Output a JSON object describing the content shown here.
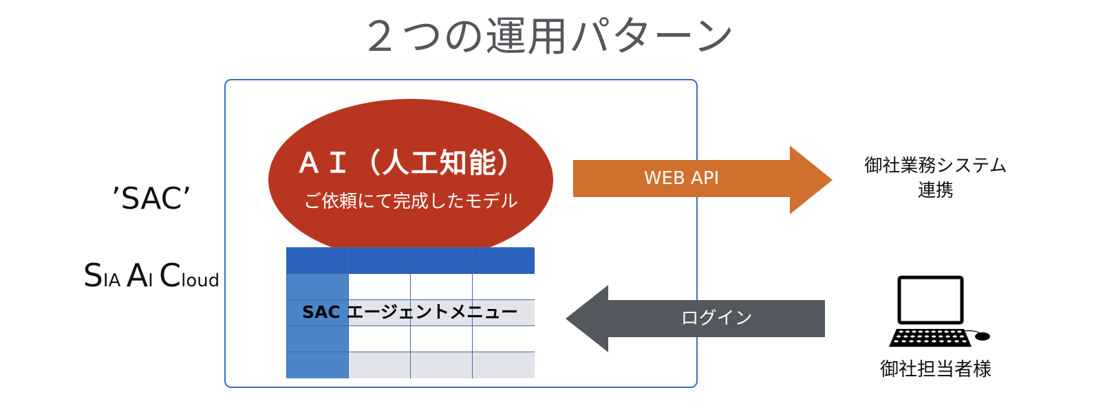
{
  "title": "２つの運用パターン",
  "branding": {
    "quoted_name": "’SAC’",
    "expansion": [
      {
        "text": "S",
        "size": "big"
      },
      {
        "text": "IA ",
        "size": "small"
      },
      {
        "text": "A",
        "size": "big"
      },
      {
        "text": "I ",
        "size": "small"
      },
      {
        "text": "C",
        "size": "big"
      },
      {
        "text": "loud",
        "size": "small"
      }
    ]
  },
  "ai_model": {
    "title": "ＡＩ（人工知能）",
    "subtitle": "ご依頼にて完成したモデル",
    "color": "#b83620"
  },
  "agent_menu": {
    "label": "SAC エージェントメニュー",
    "columns": 4,
    "rows": 5,
    "colors": {
      "header": "#2a62bc",
      "first_column": "#4a86c8",
      "alt_row": "#e2e4ea",
      "grid": "#3e6aa8"
    }
  },
  "arrows": {
    "web_api": {
      "label": "WEB API",
      "direction": "right",
      "color": "#d0702e"
    },
    "login": {
      "label": "ログイン",
      "direction": "left",
      "color": "#55575e"
    }
  },
  "external": {
    "business_system": {
      "line1": "御社業務システム",
      "line2": "連携"
    },
    "user": {
      "label": "御社担当者様",
      "icon": "computer-icon"
    }
  },
  "frame_color": "#3a6cc4"
}
